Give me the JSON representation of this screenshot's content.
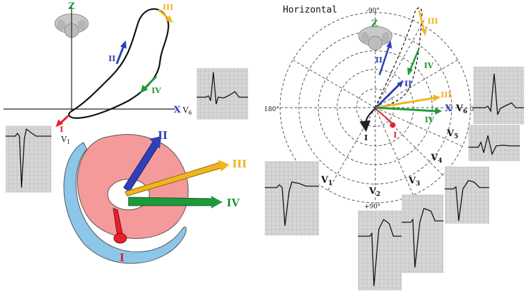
{
  "left": {
    "axis_x_label": "X",
    "axis_z_label": "Z",
    "v6_label": "V",
    "v6_sub": "6",
    "v1_label": "V",
    "v1_sub": "1",
    "loop_labels": {
      "I": "I",
      "II": "II",
      "III": "III",
      "IV": "IV"
    },
    "ring_labels": {
      "I": "I",
      "II": "II",
      "III": "III",
      "IV": "IV"
    }
  },
  "right": {
    "title": "Horizontal",
    "deg_top": "-90°",
    "deg_left": "180°",
    "deg_right": "0°",
    "deg_bottom": "+90°",
    "axis_x_label": "X",
    "axis_z_label": "Z",
    "vector_labels": {
      "II_outer": "II",
      "III_outer": "III",
      "IV_outer": "IV",
      "II_inner": "II",
      "III_inner": "III",
      "IV_inner": "IV",
      "I_inner": "I",
      "I_black": "I"
    },
    "leads": [
      {
        "label": "V",
        "sub": "1"
      },
      {
        "label": "V",
        "sub": "2"
      },
      {
        "label": "V",
        "sub": "3"
      },
      {
        "label": "V",
        "sub": "4"
      },
      {
        "label": "V",
        "sub": "5"
      },
      {
        "label": "V",
        "sub": "6"
      }
    ]
  },
  "colors": {
    "I": "#e8202a",
    "II": "#2f3fb8",
    "III": "#f2b51c",
    "IV": "#1e9a3c",
    "ring_pink": "#f59a9a",
    "ring_blue": "#8cc6e8",
    "grid": "#9a9a9a",
    "ecg_bg": "#d9d9d9"
  }
}
